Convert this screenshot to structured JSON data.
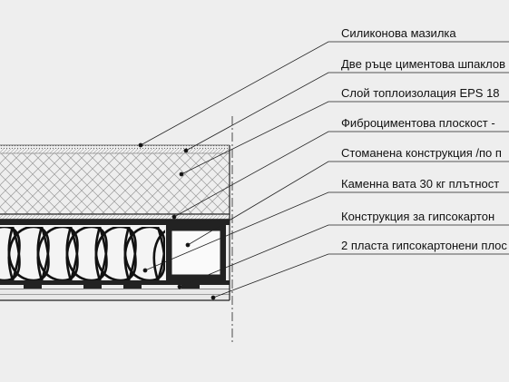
{
  "diagram": {
    "labels": [
      "Силиконова мазилка",
      "Две ръце циментова шпаклов",
      "Слой топлоизолация EPS 18",
      "Фиброциментова плоскост -",
      "Стоманена конструкция /по п",
      "Каменна вата 30 кг плътност",
      "Конструкция за гипсокартон",
      "2 пласта гипсокартонени плос"
    ]
  }
}
